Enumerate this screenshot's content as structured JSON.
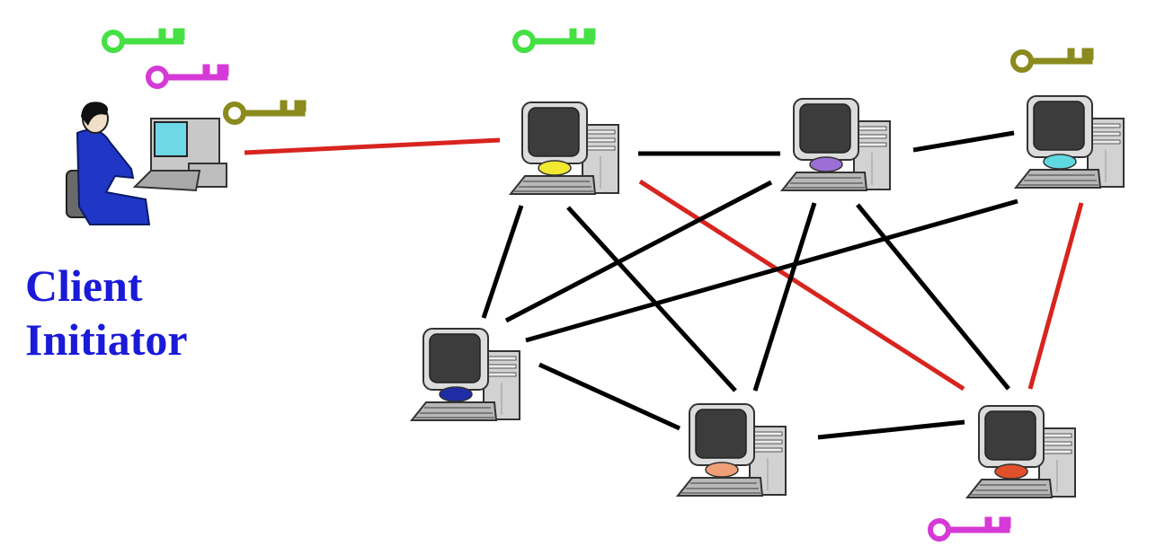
{
  "diagram": {
    "label_lines": [
      "Client",
      "Initiator"
    ],
    "colors": {
      "background": "#ffffff",
      "label": "#1a1ad8",
      "tunnel_link": "#d8241f",
      "link": "#000000",
      "key_green": "#44e044",
      "key_magenta": "#d63ad6",
      "key_olive": "#8a8a1e"
    },
    "nodes": [
      {
        "id": "client",
        "kind": "person-at-computer"
      },
      {
        "id": "node-yellow",
        "kind": "computer",
        "base_color": "#f2e830"
      },
      {
        "id": "node-purple",
        "kind": "computer",
        "base_color": "#9b6fd6"
      },
      {
        "id": "node-cyan",
        "kind": "computer",
        "base_color": "#60d8e0"
      },
      {
        "id": "node-blue",
        "kind": "computer",
        "base_color": "#1f2ca8"
      },
      {
        "id": "node-salmon",
        "kind": "computer",
        "base_color": "#f0a078"
      },
      {
        "id": "node-red",
        "kind": "computer",
        "base_color": "#e0502a"
      }
    ],
    "keys": [
      {
        "color": "key_green",
        "owner": "client"
      },
      {
        "color": "key_magenta",
        "owner": "client"
      },
      {
        "color": "key_olive",
        "owner": "client"
      },
      {
        "color": "key_green",
        "owner": "node-yellow"
      },
      {
        "color": "key_olive",
        "owner": "node-cyan"
      },
      {
        "color": "key_magenta",
        "owner": "node-red"
      }
    ],
    "links": [
      {
        "from": "client",
        "to": "node-yellow",
        "tunnel": true
      },
      {
        "from": "node-yellow",
        "to": "node-red",
        "tunnel": true
      },
      {
        "from": "node-red",
        "to": "node-cyan",
        "tunnel": true
      },
      {
        "from": "node-yellow",
        "to": "node-purple",
        "tunnel": false
      },
      {
        "from": "node-purple",
        "to": "node-cyan",
        "tunnel": false
      },
      {
        "from": "node-yellow",
        "to": "node-blue",
        "tunnel": false
      },
      {
        "from": "node-yellow",
        "to": "node-salmon",
        "tunnel": false
      },
      {
        "from": "node-purple",
        "to": "node-blue",
        "tunnel": false
      },
      {
        "from": "node-purple",
        "to": "node-salmon",
        "tunnel": false
      },
      {
        "from": "node-purple",
        "to": "node-red",
        "tunnel": false
      },
      {
        "from": "node-cyan",
        "to": "node-blue",
        "tunnel": false
      },
      {
        "from": "node-blue",
        "to": "node-salmon",
        "tunnel": false
      },
      {
        "from": "node-salmon",
        "to": "node-red",
        "tunnel": false
      }
    ]
  }
}
